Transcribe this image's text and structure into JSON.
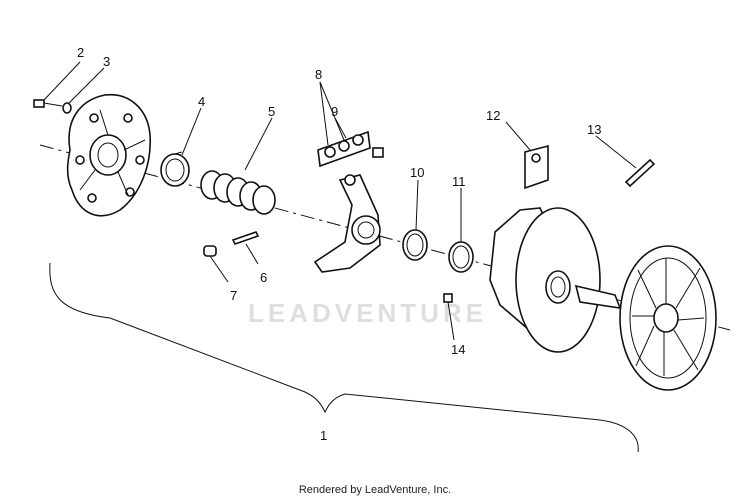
{
  "callouts": [
    {
      "id": "1",
      "text": "1"
    },
    {
      "id": "2",
      "text": "2"
    },
    {
      "id": "3",
      "text": "3"
    },
    {
      "id": "4",
      "text": "4"
    },
    {
      "id": "5",
      "text": "5"
    },
    {
      "id": "6",
      "text": "6"
    },
    {
      "id": "7",
      "text": "7"
    },
    {
      "id": "8",
      "text": "8"
    },
    {
      "id": "9",
      "text": "9"
    },
    {
      "id": "10",
      "text": "10"
    },
    {
      "id": "11",
      "text": "11"
    },
    {
      "id": "12",
      "text": "12"
    },
    {
      "id": "13",
      "text": "13"
    },
    {
      "id": "14",
      "text": "14"
    }
  ],
  "watermark": "LEADVENTURE",
  "footer": "Rendered by LeadVenture, Inc."
}
